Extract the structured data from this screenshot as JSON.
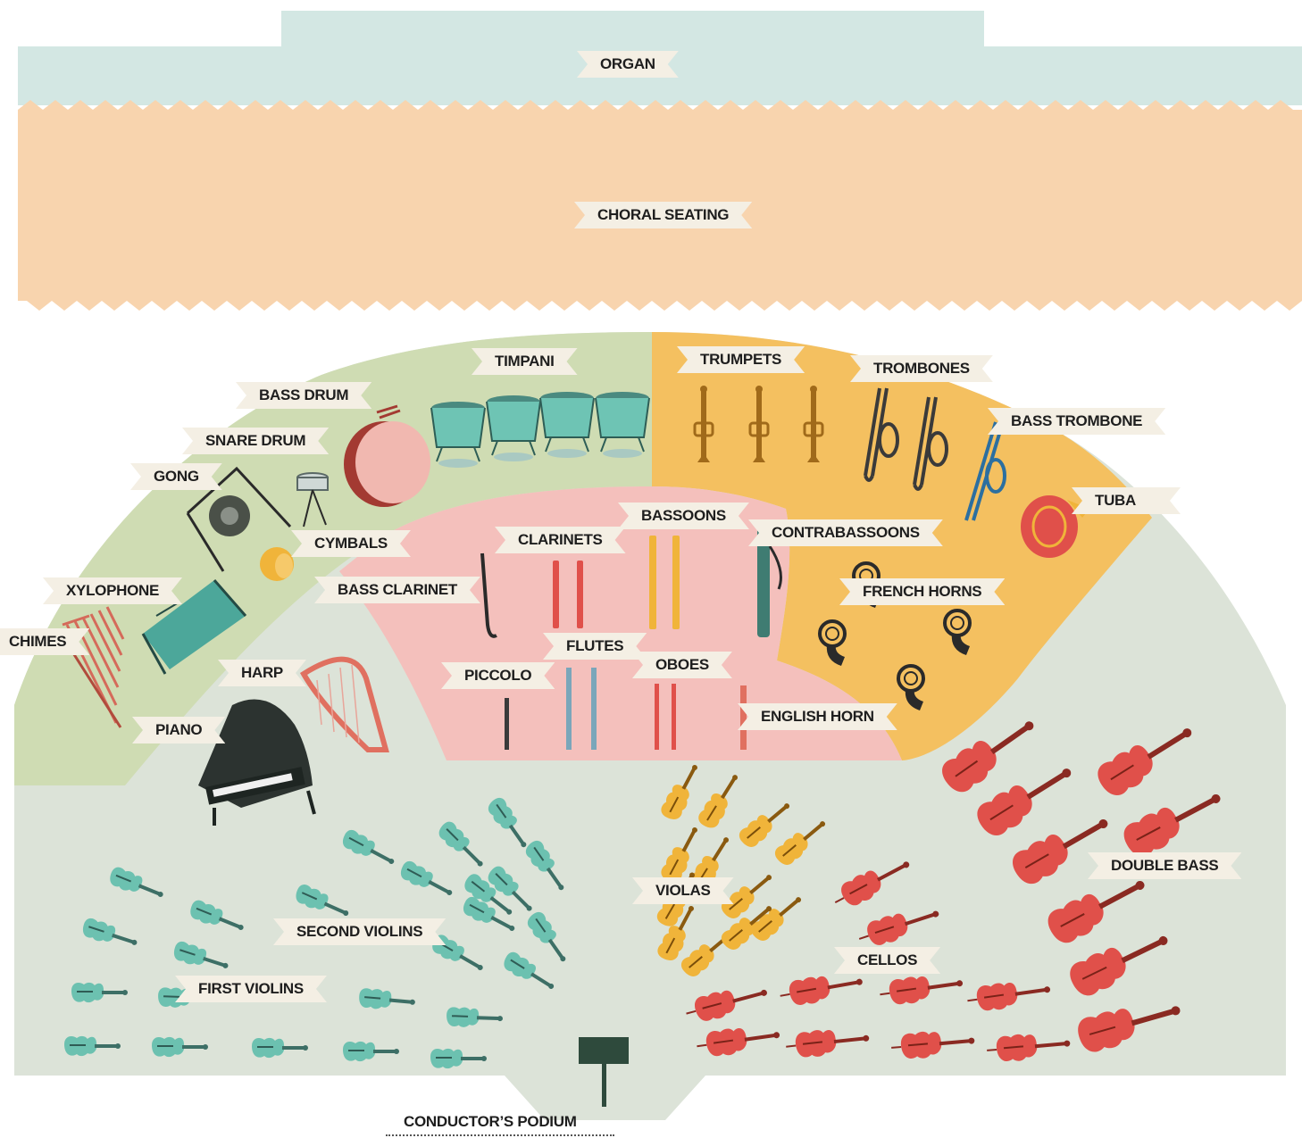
{
  "labels": {
    "organ": "ORGAN",
    "choral_seating": "CHORAL SEATING",
    "timpani": "TIMPANI",
    "bass_drum": "BASS DRUM",
    "snare_drum": "SNARE DRUM",
    "gong": "GONG",
    "cymbals": "CYMBALS",
    "xylophone": "XYLOPHONE",
    "chimes": "CHIMES",
    "harp": "HARP",
    "piano": "PIANO",
    "trumpets": "TRUMPETS",
    "trombones": "TROMBONES",
    "bass_trombone": "BASS TROMBONE",
    "tuba": "TUBA",
    "contrabassoons": "CONTRABASSOONS",
    "french_horns": "FRENCH HORNS",
    "bassoons": "BASSOONS",
    "clarinets": "CLARINETS",
    "bass_clarinet": "BASS CLARINET",
    "flutes": "FLUTES",
    "piccolo": "PICCOLO",
    "oboes": "OBOES",
    "english_horn": "ENGLISH HORN",
    "violas": "VIOLAS",
    "cellos": "CELLOS",
    "double_bass": "DOUBLE BASS",
    "second_violins": "SECOND VIOLINS",
    "first_violins": "FIRST VIOLINS",
    "conductors_podium": "CONDUCTOR’S PODIUM"
  },
  "colors": {
    "organ": "#d3e7e3",
    "choral": "#f8d4ae",
    "stage": "#dce3d8",
    "percussion": "#cfdcb3",
    "brass": "#f4c060",
    "woodwinds": "#f4c0bc",
    "violin": "#6cc1b0",
    "viola": "#f0b43a",
    "cello": "#e0504a",
    "podium": "#2e4a3c"
  },
  "icons": {
    "violin": "violin-icon",
    "viola": "viola-icon",
    "cello": "cello-icon",
    "double_bass": "double-bass-icon",
    "timpani": "timpani-icon",
    "trumpet": "trumpet-icon",
    "trombone": "trombone-icon",
    "french_horn": "french-horn-icon",
    "piano": "piano-icon",
    "harp": "harp-icon"
  }
}
